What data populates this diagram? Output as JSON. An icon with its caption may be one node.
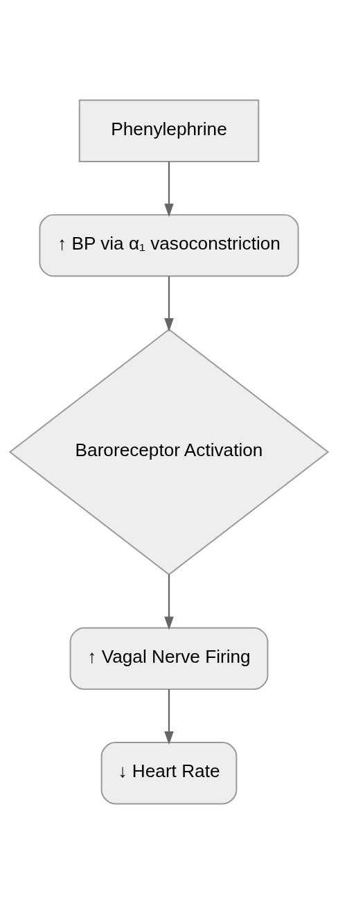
{
  "diagram": {
    "nodes": [
      {
        "text": [
          "Phenylephrine"
        ]
      },
      {
        "text": [
          "↑ BP via α₁ vasoconstriction"
        ]
      },
      {
        "text": [
          "Baroreceptor Activation"
        ]
      },
      {
        "text": [
          "↑ Vagal Nerve Firing"
        ]
      },
      {
        "text": [
          "↓ Heart Rate"
        ]
      }
    ],
    "edges": [
      {
        "from": 0,
        "to": 1,
        "arrow": "to"
      },
      {
        "from": 1,
        "to": 2,
        "arrow": "to"
      },
      {
        "from": 2,
        "to": 3,
        "arrow": "to"
      },
      {
        "from": 3,
        "to": 4,
        "arrow": "to"
      }
    ]
  }
}
